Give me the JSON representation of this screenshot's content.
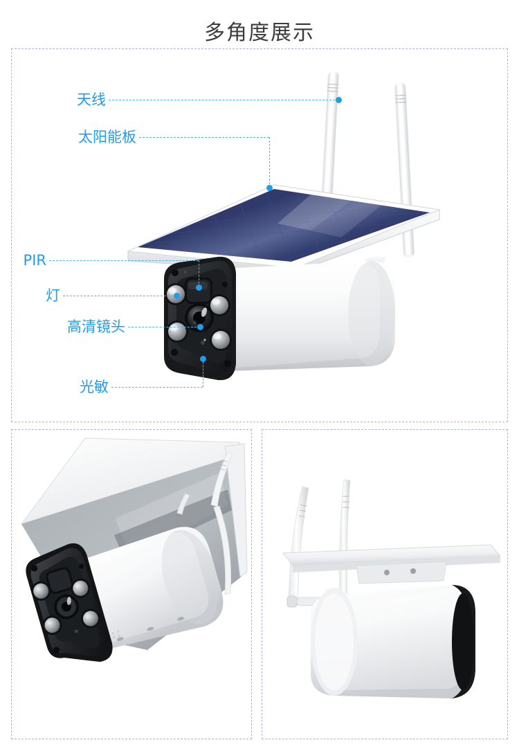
{
  "page": {
    "title": "多角度展示",
    "background_color": "#ffffff",
    "title_color": "#3c3c3c"
  },
  "theme": {
    "accent_blue": "#1e9ee8",
    "leader_blue": "#4ab4ee",
    "panel_border": "#a8b4dc",
    "solar_panel_navy": "#2f3c6e",
    "body_white": "#f2f3f5",
    "faceplate_black": "#272a2d"
  },
  "panels": [
    {
      "id": "main",
      "name": "front-angle-view"
    },
    {
      "id": "bottom-left",
      "name": "bottom-front-angle-view"
    },
    {
      "id": "bottom-right",
      "name": "rear-angle-view"
    }
  ],
  "callouts": [
    {
      "id": "antenna",
      "label": "天线",
      "align": "right"
    },
    {
      "id": "solar-panel",
      "label": "太阳能板",
      "align": "right"
    },
    {
      "id": "pir",
      "label": "PIR",
      "align": "right"
    },
    {
      "id": "light",
      "label": "灯",
      "align": "right"
    },
    {
      "id": "hd-lens",
      "label": "高清镜头",
      "align": "right"
    },
    {
      "id": "photocell",
      "label": "光敏",
      "align": "right"
    }
  ]
}
